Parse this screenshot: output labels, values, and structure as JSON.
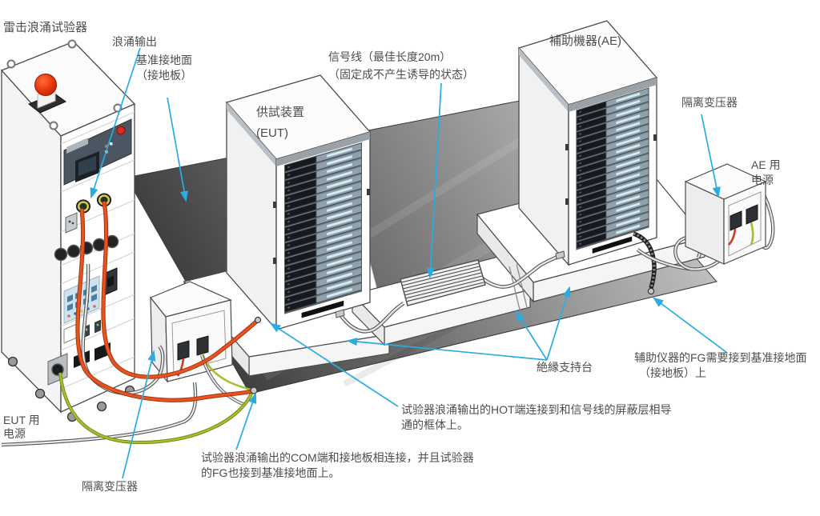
{
  "labels": {
    "tester_title": "雷击浪涌试验器",
    "surge_output": "浪涌输出",
    "ground_plane_1": "基准接地面",
    "ground_plane_2": "（接地板）",
    "signal_1": "信号线（最佳长度20m）",
    "signal_2": "（固定成不产生诱导的状态）",
    "eut_1": "供試装置",
    "eut_2": "(EUT)",
    "ae_title": "補助機器(AE)",
    "isolation_right": "隔离变压器",
    "ae_power_1": "AE 用",
    "ae_power_2": "电源",
    "insulation_stand": "絶縁支持台",
    "ae_fg_1": "辅助仪器的FG需要接到基准接地面",
    "ae_fg_2": "（接地板）上",
    "hot_note_1": "试验器浪涌输出的HOT端连接到和信号线的屏蔽层相导",
    "hot_note_2": "通的框体上。",
    "com_note_1": "试验器浪涌输出的COM端和接地板相连接，并且试验器",
    "com_note_2": "的FG也接到基准接地面上。",
    "isolation_left": "隔离变压器",
    "eut_power_1": "EUT 用",
    "eut_power_2": "电源"
  },
  "colors": {
    "callout": "#2aace2",
    "surge_cable": "#e8531f",
    "ground_wire": "#a6bf2c",
    "signal_cable": "#e8e8e8",
    "plate_dark": "#3f3f3f",
    "plate_light": "#c8c8c8",
    "emergency_button": "#e8380d",
    "panel_navy": "#4a5662",
    "keypad_blue": "#cfe3ed",
    "server_strip": "#d4edf3"
  }
}
